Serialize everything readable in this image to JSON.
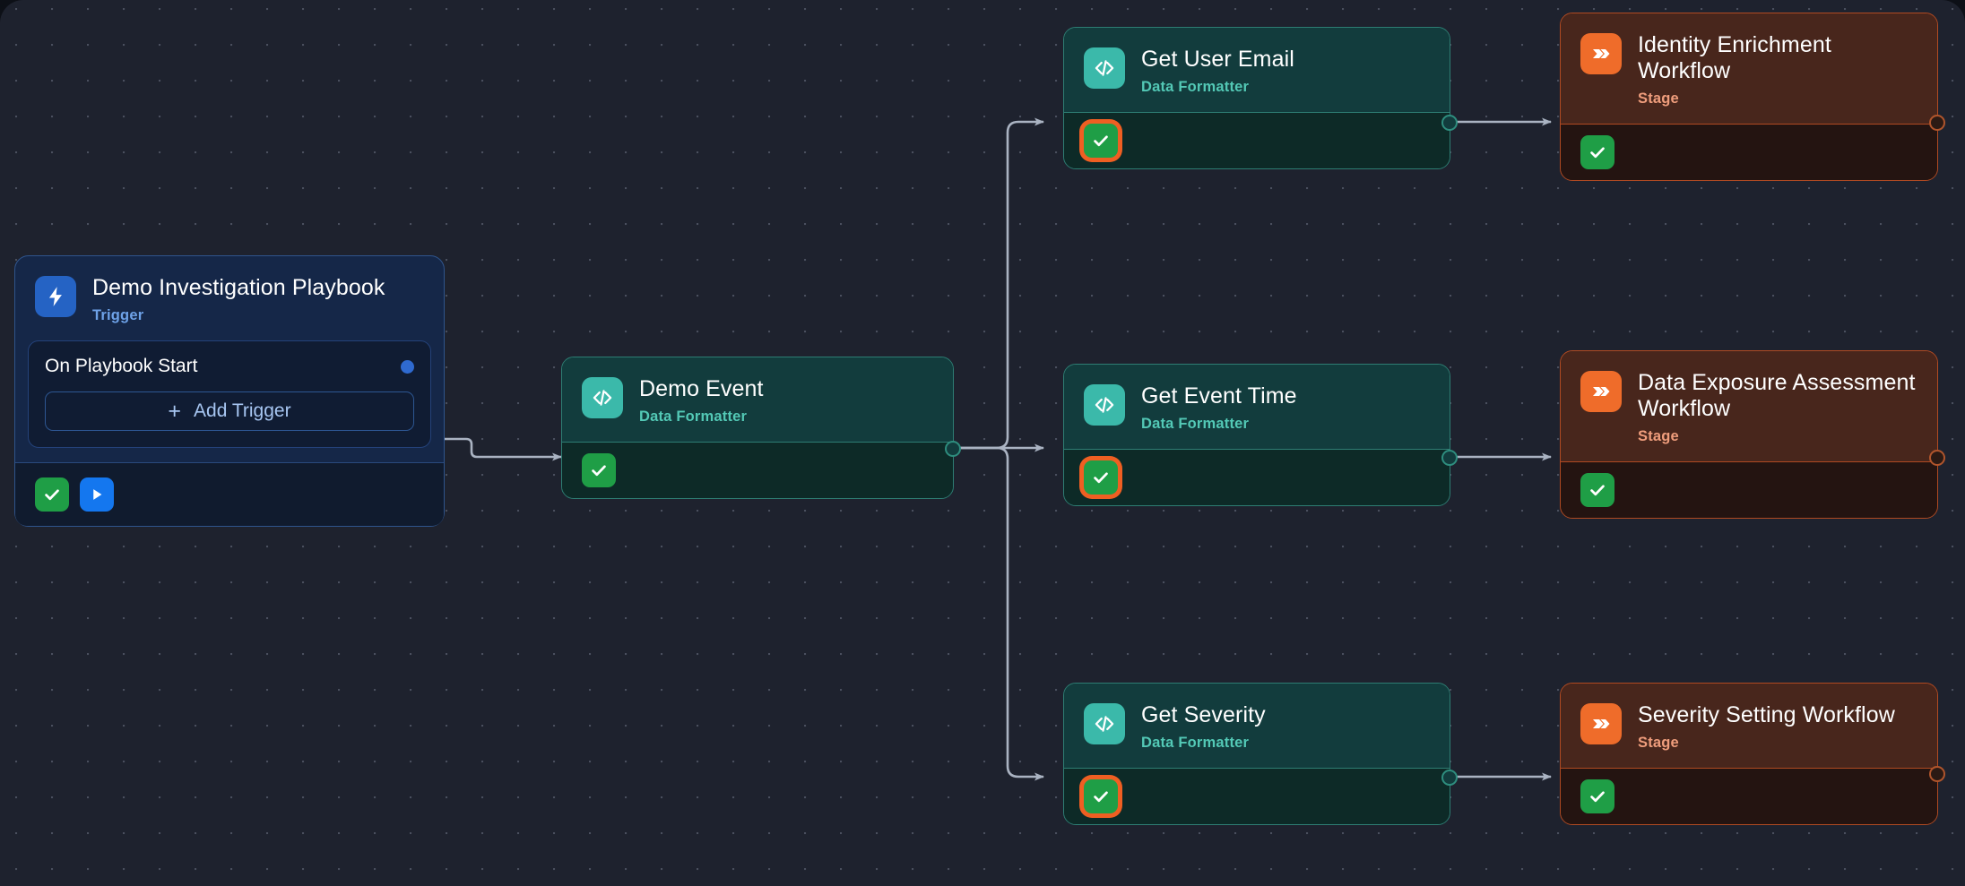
{
  "canvas": {
    "background_color": "#1e222e",
    "grid": "dot-grid",
    "edge_color": "#aab3c2"
  },
  "palette": {
    "trigger_accent": "#2563c4",
    "formatter_accent": "#3bb9aa",
    "stage_accent": "#ef6c2a",
    "success_green": "#1f9e46",
    "run_blue": "#1477ef",
    "highlight_ring": "#ef5f22"
  },
  "trigger_node": {
    "title": "Demo Investigation Playbook",
    "subtitle": "Trigger",
    "icon": "lightning-bolt-icon",
    "trigger_row_label": "On Playbook Start",
    "add_trigger_label": "Add Trigger",
    "add_trigger_plus": "+",
    "footer_buttons": [
      {
        "name": "status-success-button",
        "icon": "check-icon",
        "color": "#1f9e46"
      },
      {
        "name": "run-playbook-button",
        "icon": "play-icon",
        "color": "#1477ef"
      }
    ]
  },
  "nodes": [
    {
      "id": "demo-event",
      "title": "Demo Event",
      "subtitle": "Data Formatter",
      "kind": "formatter",
      "icon": "code-brackets-icon",
      "status_icon": "check-icon",
      "status_highlighted": false
    },
    {
      "id": "get-user-email",
      "title": "Get User Email",
      "subtitle": "Data Formatter",
      "kind": "formatter",
      "icon": "code-brackets-icon",
      "status_icon": "check-icon",
      "status_highlighted": true
    },
    {
      "id": "get-event-time",
      "title": "Get Event Time",
      "subtitle": "Data Formatter",
      "kind": "formatter",
      "icon": "code-brackets-icon",
      "status_icon": "check-icon",
      "status_highlighted": true
    },
    {
      "id": "get-severity",
      "title": "Get Severity",
      "subtitle": "Data Formatter",
      "kind": "formatter",
      "icon": "code-brackets-icon",
      "status_icon": "check-icon",
      "status_highlighted": true
    },
    {
      "id": "identity-enrichment-workflow",
      "title": "Identity Enrichment Workflow",
      "subtitle": "Stage",
      "kind": "stage",
      "icon": "double-chevron-icon",
      "status_icon": "check-icon",
      "status_highlighted": false
    },
    {
      "id": "data-exposure-assessment-workflow",
      "title": "Data Exposure Assessment Workflow",
      "subtitle": "Stage",
      "kind": "stage",
      "icon": "double-chevron-icon",
      "status_icon": "check-icon",
      "status_highlighted": false
    },
    {
      "id": "severity-setting-workflow",
      "title": "Severity Setting Workflow",
      "subtitle": "Stage",
      "kind": "stage",
      "icon": "double-chevron-icon",
      "status_icon": "check-icon",
      "status_highlighted": false
    }
  ],
  "edges": [
    {
      "from": "trigger-node",
      "to": "demo-event"
    },
    {
      "from": "demo-event",
      "to": "get-user-email"
    },
    {
      "from": "demo-event",
      "to": "get-event-time"
    },
    {
      "from": "demo-event",
      "to": "get-severity"
    },
    {
      "from": "get-user-email",
      "to": "identity-enrichment-workflow"
    },
    {
      "from": "get-event-time",
      "to": "data-exposure-assessment-workflow"
    },
    {
      "from": "get-severity",
      "to": "severity-setting-workflow"
    }
  ]
}
